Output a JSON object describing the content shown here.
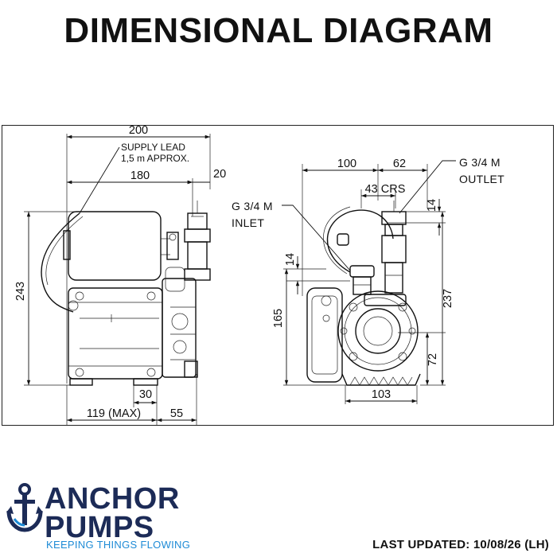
{
  "title": "DIMENSIONAL DIAGRAM",
  "side_view": {
    "dim_top_width": "200",
    "dim_second_width": "180",
    "dim_right_offset": "20",
    "dim_height": "243",
    "dim_foot": "30",
    "dim_bottom_left": "119 (MAX)",
    "dim_bottom_right": "55",
    "note_line1": "SUPPLY LEAD",
    "note_line2": "1,5 m APPROX."
  },
  "front_view": {
    "dim_left_width": "100",
    "dim_right_width": "62",
    "dim_centres": "43 CRS",
    "dim_outlet_top": "14",
    "dim_inlet_offset": "14",
    "dim_height_left": "165",
    "dim_height_right": "237",
    "dim_height_base": "72",
    "dim_base_width": "103",
    "inlet_line1": "G 3/4 M",
    "inlet_line2": "INLET",
    "outlet_line1": "G 3/4 M",
    "outlet_line2": "OUTLET"
  },
  "brand": {
    "name_line1": "ANCHOR",
    "name_line2": "PUMPS",
    "tagline": "KEEPING THINGS FLOWING",
    "color_navy": "#1c2b57",
    "color_blue": "#1e8bd6",
    "logo_icon": "anchor-icon"
  },
  "footer": {
    "last_updated": "LAST UPDATED: 10/08/26 (LH)"
  }
}
